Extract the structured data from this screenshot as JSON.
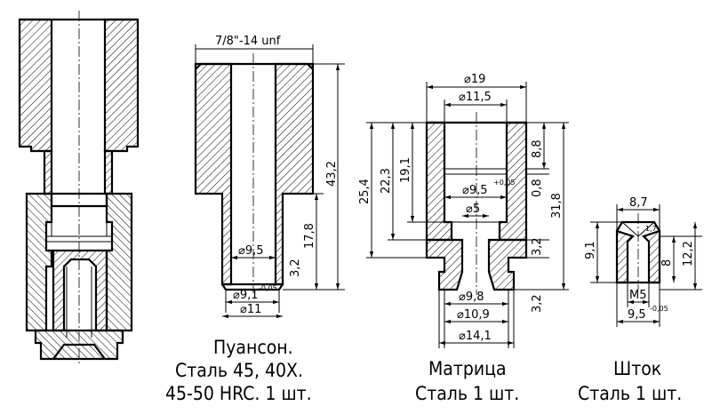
{
  "parts": {
    "punch": {
      "caption_line1": "Пуансон.",
      "caption_line2": "Сталь 45, 40Х.",
      "caption_line3": "45-50 HRC. 1 шт.",
      "thread": "7/8\"-14 unf",
      "dim_height_total": "43,2",
      "dim_height_lower": "17,8",
      "dim_inner_dia": "⌀9,5",
      "dim_step": "3,2",
      "dim_tip_dia": "⌀9,1",
      "dim_tip_tol": "-0,05",
      "dim_outer_dia": "⌀11"
    },
    "die": {
      "caption_line1": "Матрица",
      "caption_line2": "Сталь 1 шт.",
      "dim_outer_dia": "⌀19",
      "dim_bore_dia": "⌀11,5",
      "dim_pocket_dia": "⌀9,5",
      "dim_pocket_tol": "+0,05",
      "dim_hole_dia": "⌀5",
      "dim_base_dia": "⌀9,8",
      "dim_flange_dia": "⌀10,9",
      "dim_total_dia": "⌀14,1",
      "dim_h_25_4": "25,4",
      "dim_h_22_3": "22,3",
      "dim_h_19_1": "19,1",
      "dim_h_8_8": "8,8",
      "dim_h_0_8": "0,8",
      "dim_h_31_8": "31,8",
      "dim_h_3_2_a": "3,2",
      "dim_h_3_2_b": "3,2"
    },
    "rod": {
      "caption_line1": "Шток",
      "caption_line2": "Сталь 1 шт.",
      "dim_top_dia": "8,7",
      "dim_chamfer": "1,7",
      "dim_h_9_1": "9,1",
      "dim_h_8": "8",
      "dim_h_12_2": "12,2",
      "dim_thread": "М5",
      "dim_body_dia": "9,5",
      "dim_body_tol": "-0,05"
    }
  }
}
